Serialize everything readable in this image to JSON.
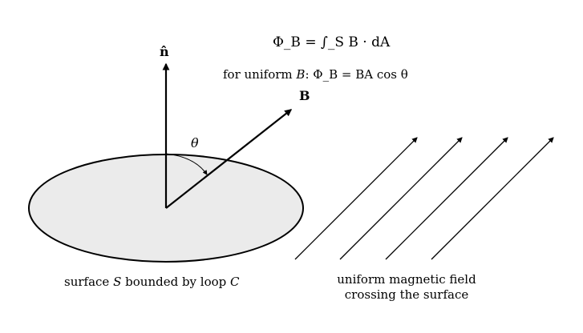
{
  "vectors": {
    "normal_label": "n̂",
    "field_label": "B",
    "angle_label": "θ"
  },
  "equations": {
    "flux_integral": "Φ_B = ∫_S B · dA",
    "uniform_prefix": "for uniform",
    "uniform_var": "B",
    "uniform_eq": "Φ_B = BA cos θ"
  },
  "captions": {
    "surface": {
      "prefix": "surface",
      "surface_symbol": "S",
      "middle": "bounded by loop",
      "loop_symbol": "C"
    },
    "field": {
      "line1": "uniform magnetic field",
      "line2": "crossing the surface"
    }
  },
  "colors": {
    "surface_fill": "#ebebeb",
    "stroke": "#000000"
  }
}
